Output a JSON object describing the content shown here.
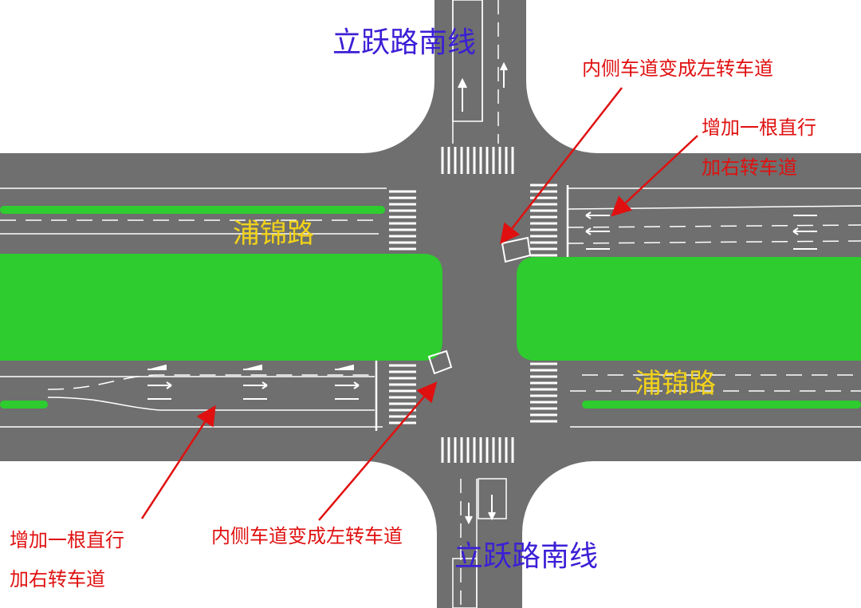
{
  "colors": {
    "road": "#6e6f6e",
    "median": "#2ecc2e",
    "marking": "#ffffff",
    "annotation": "#e01010",
    "road_name": "#3b1fd6",
    "segment_name": "#f2d21a"
  },
  "labels": {
    "north_road": "立跃路南线",
    "south_road": "立跃路南线",
    "west_segment": "浦锦路",
    "east_segment": "浦锦路",
    "ne_note_1": "内侧车道变成左转车道",
    "ne_note_2_line1": "增加一根直行",
    "ne_note_2_line2": "加右转车道",
    "sw_note_1": "内侧车道变成左转车道",
    "sw_note_2_line1": "增加一根直行",
    "sw_note_2_line2": "加右转车道"
  }
}
